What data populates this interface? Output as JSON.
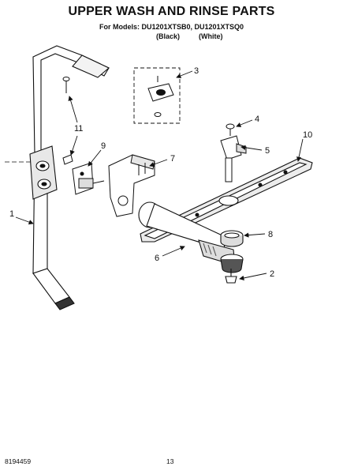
{
  "header": {
    "title": "UPPER WASH AND RINSE PARTS",
    "models": "For Models: DU1201XTSB0, DU1201XTSQ0",
    "color_left": "(Black)",
    "color_right": "(White)"
  },
  "callouts": [
    "1",
    "2",
    "3",
    "4",
    "5",
    "6",
    "7",
    "8",
    "9",
    "10",
    "11"
  ],
  "footer": {
    "part_number": "8194459",
    "page_number": "13"
  }
}
